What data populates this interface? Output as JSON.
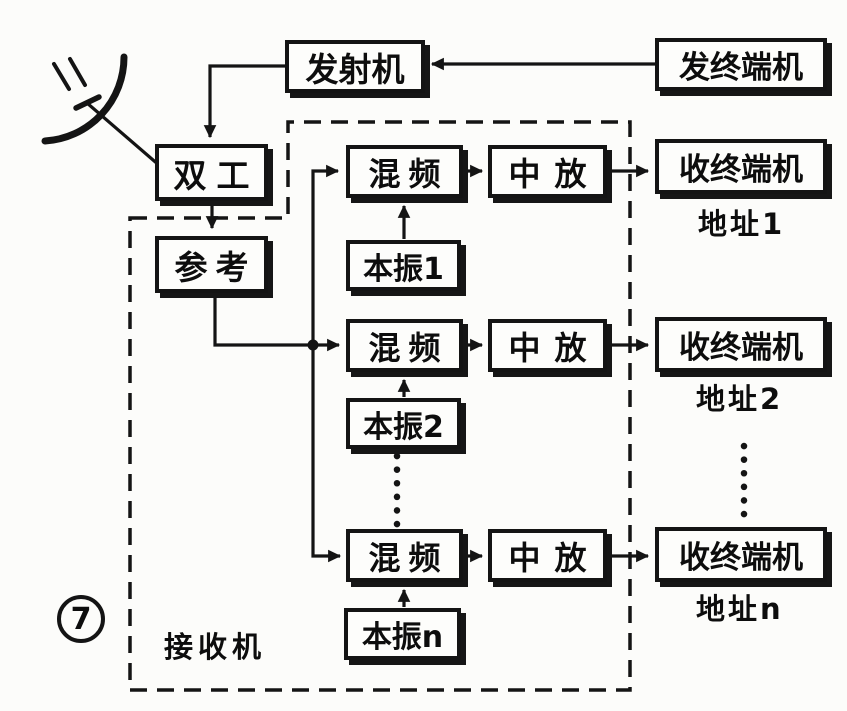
{
  "figure": {
    "number": "7"
  },
  "ink": "#141414",
  "blocks": {
    "transmitter": "发射机",
    "tx_terminal": "发终端机",
    "duplexer": "双工",
    "reference": "参考",
    "receiver_region_label": "接收机"
  },
  "rows": [
    {
      "mixer": "混频",
      "lo": "本振1",
      "if_amp": "中放",
      "rx_terminal": "收终端机",
      "address": "地址1"
    },
    {
      "mixer": "混频",
      "lo": "本振2",
      "if_amp": "中放",
      "rx_terminal": "收终端机",
      "address": "地址2"
    },
    {
      "mixer": "混频",
      "lo": "本振n",
      "if_amp": "中放",
      "rx_terminal": "收终端机",
      "address": "地址n"
    }
  ],
  "icons": {
    "antenna": "antenna-dish-icon",
    "junction": "junction-dot",
    "continuation": "vertical-ellipsis"
  }
}
